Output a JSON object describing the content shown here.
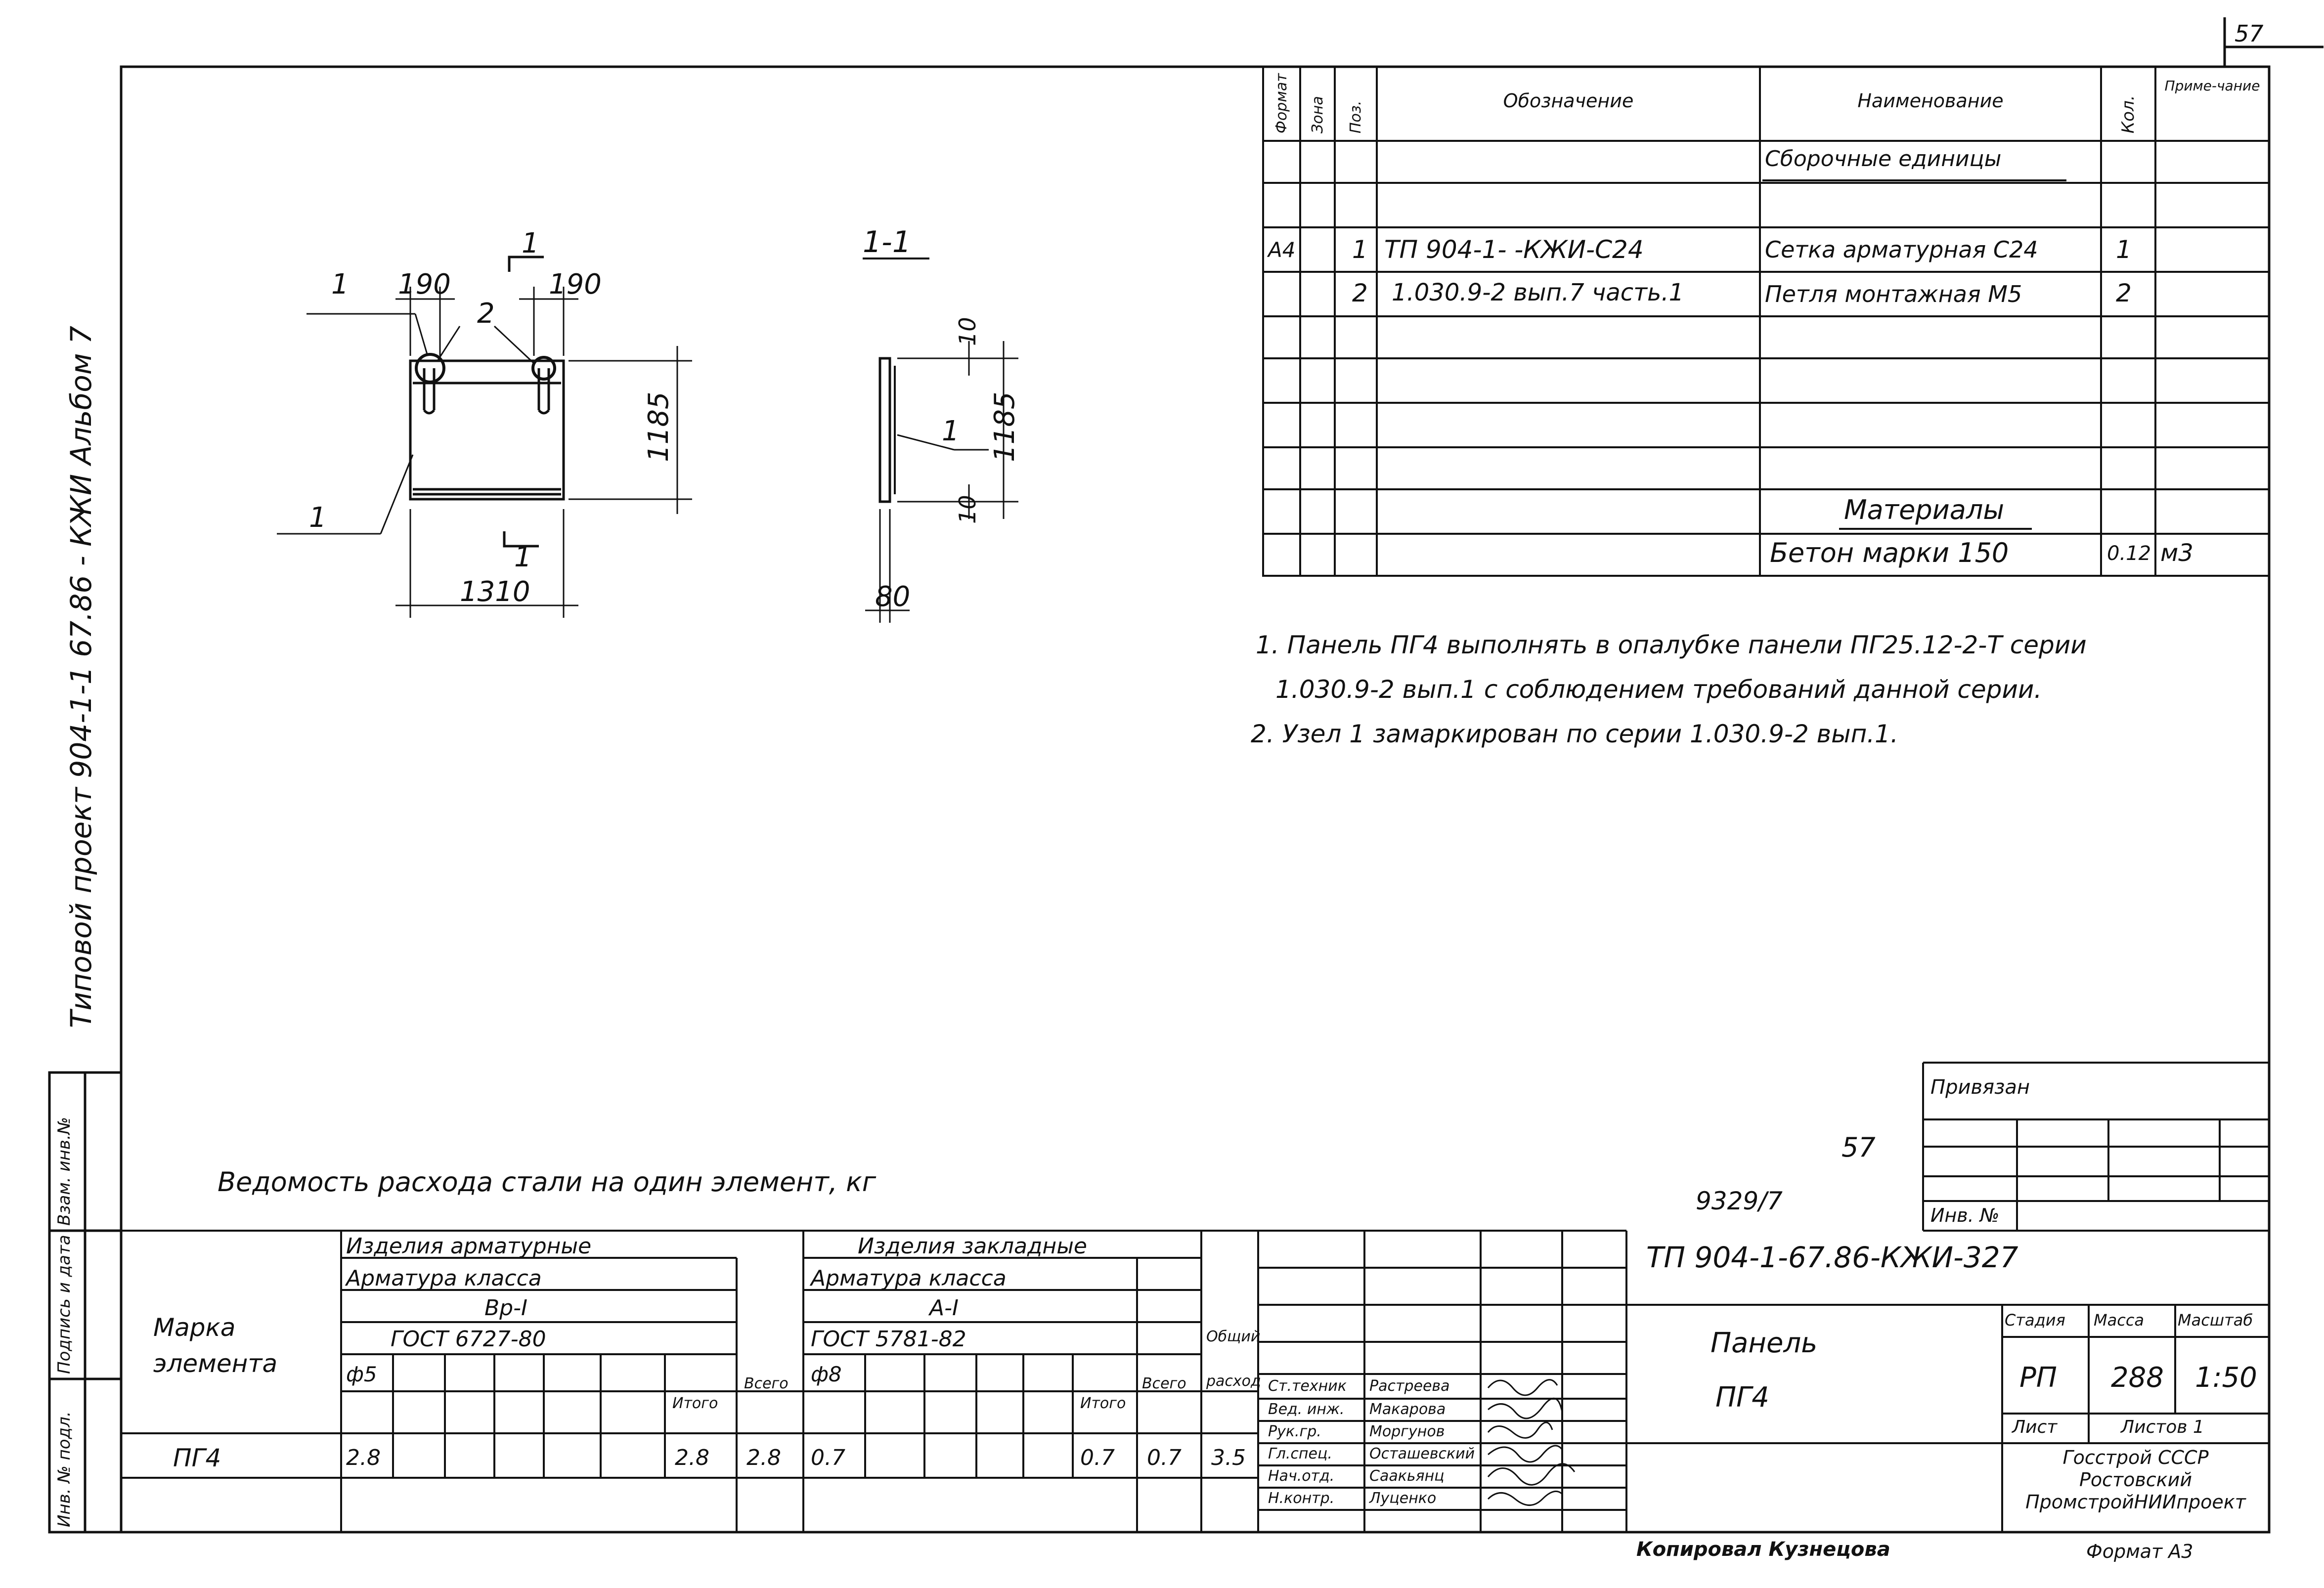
{
  "sheet_number": "57",
  "side_label": "Типовой проект 904-1-1 67.86 - КЖИ Альбом 7",
  "left_strip": [
    "Инв. № подл.",
    "Подпись и дата",
    "Взам. инв.№"
  ],
  "drawing": {
    "plan_dims": {
      "d190_left": "190",
      "d190_right": "190",
      "width": "1310",
      "height": "1185"
    },
    "plan_callouts": {
      "p1_top": "1",
      "p1_bottom": "1",
      "p2": "2",
      "cut_top": "1",
      "cut_bottom": "1"
    },
    "section_title": "1-1",
    "section_dims": {
      "top": "10",
      "bottom": "10",
      "height": "1185",
      "width": "80",
      "callout": "1"
    }
  },
  "spec_table": {
    "headers": [
      "Формат",
      "Зона",
      "Поз.",
      "Обозначение",
      "Наименование",
      "Кол.",
      "Приме-чание"
    ],
    "section_assemblies": "Сборочные единицы",
    "rows": [
      {
        "format": "А4",
        "pos": "1",
        "designation": "ТП 904-1- -КЖИ-С24",
        "name": "Сетка арматурная С24",
        "qty": "1"
      },
      {
        "format": "",
        "pos": "2",
        "designation": "1.030.9-2 вып.7 часть.1",
        "name": "Петля монтажная М5",
        "qty": "2"
      }
    ],
    "section_materials": "Материалы",
    "material": {
      "name": "Бетон марки 150",
      "qty": "0.12",
      "note": "м3"
    }
  },
  "notes": [
    "1. Панель ПГ4 выполнять в опалубке панели ПГ25.12-2-Т серии",
    "1.030.9-2 вып.1 с соблюдением требований данной серии.",
    "2. Узел 1 замаркирован по серии 1.030.9-2 вып.1."
  ],
  "steel_table": {
    "title": "Ведомость расхода стали на один элемент, кг",
    "rebar_group": "Изделия арматурные",
    "embedded_group": "Изделия закладные",
    "rebar_class": "Арматура класса",
    "rebar_grade": "Вр-I",
    "rebar_gost": "ГОСТ 6727-80",
    "embedded_class": "Арматура класса",
    "embedded_grade": "А-I",
    "embedded_gost": "ГОСТ 5781-82",
    "mark_header": "Марка элемента",
    "diam_rebar": "ф5",
    "diam_embedded": "ф8",
    "subtotal": "Итого",
    "total": "Всего",
    "overall": "Общий расход",
    "row": {
      "mark": "ПГ4",
      "rebar_d5": "2.8",
      "rebar_subtotal": "2.8",
      "rebar_total": "2.8",
      "emb_d8": "0.7",
      "emb_subtotal": "0.7",
      "emb_total": "0.7",
      "overall": "3.5"
    }
  },
  "stamp": {
    "privyazan": "Привязан",
    "inv_no": "Инв. №",
    "page_small": "57",
    "order": "9329/7",
    "code": "ТП 904-1-67.86-КЖИ-327",
    "title1": "Панель",
    "title2": "ПГ4",
    "stage_h": "Стадия",
    "mass_h": "Масса",
    "scale_h": "Масштаб",
    "stage": "РП",
    "mass": "288",
    "scale": "1:50",
    "sheet": "Лист",
    "sheets": "Листов 1",
    "org1": "Госстрой СССР",
    "org2": "Ростовский",
    "org3": "ПромстройНИИпроект",
    "staff": [
      {
        "role": "Ст.техник",
        "name": "Растреева"
      },
      {
        "role": "Вед. инж.",
        "name": "Макарова"
      },
      {
        "role": "Рук.гр.",
        "name": "Моргунов"
      },
      {
        "role": "Гл.спец.",
        "name": "Осташевский"
      },
      {
        "role": "Нач.отд.",
        "name": "Саакьянц"
      },
      {
        "role": "Н.контр.",
        "name": "Луценко"
      }
    ],
    "copied": "Копировал Кузнецова",
    "format": "Формат А3"
  }
}
